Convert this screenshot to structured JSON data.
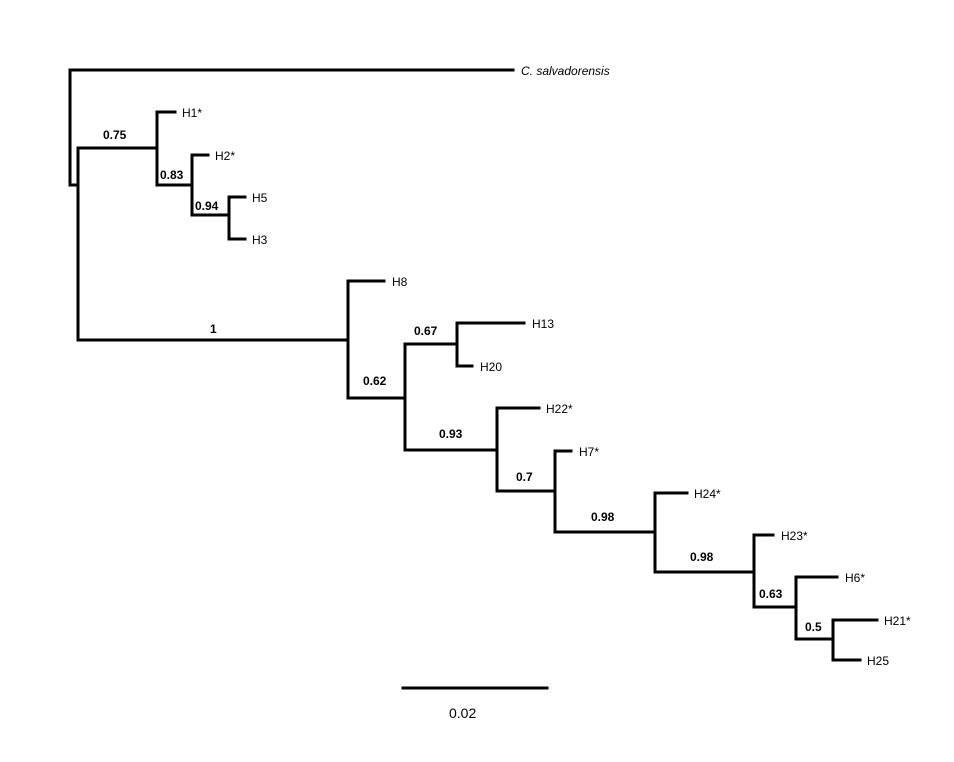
{
  "tree": {
    "outgroup": "C. salvadorensis",
    "taxa": {
      "H1": "H1*",
      "H2": "H2*",
      "H5": "H5",
      "H3": "H3",
      "H8": "H8",
      "H13": "H13",
      "H20": "H20",
      "H22": "H22*",
      "H7": "H7*",
      "H24": "H24*",
      "H23": "H23*",
      "H6": "H6*",
      "H21": "H21*",
      "H25": "H25"
    },
    "support": {
      "n075": "0.75",
      "n083": "0.83",
      "n094": "0.94",
      "n1": "1",
      "n067": "0.67",
      "n062": "0.62",
      "n093": "0.93",
      "n07": "0.7",
      "n098a": "0.98",
      "n098b": "0.98",
      "n063": "0.63",
      "n05": "0.5"
    }
  },
  "scale_bar": {
    "label": "0.02"
  }
}
